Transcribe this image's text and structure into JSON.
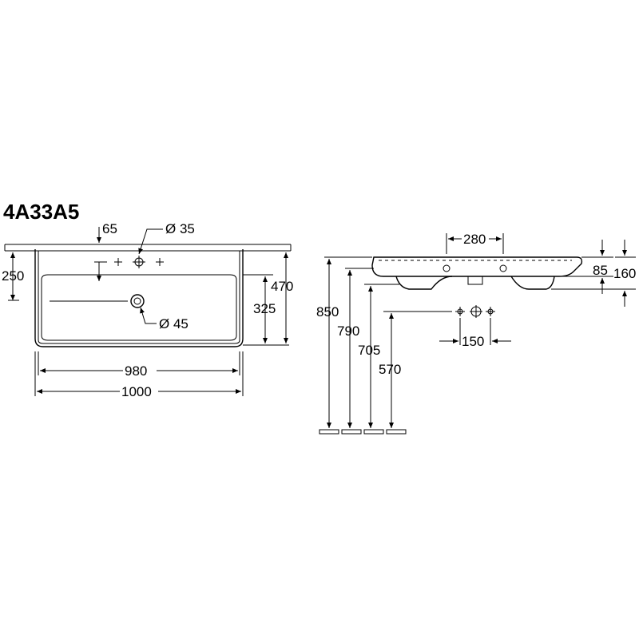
{
  "product_code": "4A33A5",
  "top_view": {
    "dim_tap_offset": "65",
    "dim_tap_hole": "Ø 35",
    "dim_waste_hole": "Ø 45",
    "dim_edge_to_tap": "250",
    "dim_basin_depth_inner": "325",
    "dim_depth_total": "470",
    "dim_inner_width": "980",
    "dim_total_width": "1000"
  },
  "side_view": {
    "dim_hole_spacing": "280",
    "dim_rim_height": "85",
    "dim_body_height": "160",
    "dim_height_850": "850",
    "dim_height_790": "790",
    "dim_height_705": "705",
    "dim_height_570": "570",
    "dim_tap_spacing": "150"
  }
}
